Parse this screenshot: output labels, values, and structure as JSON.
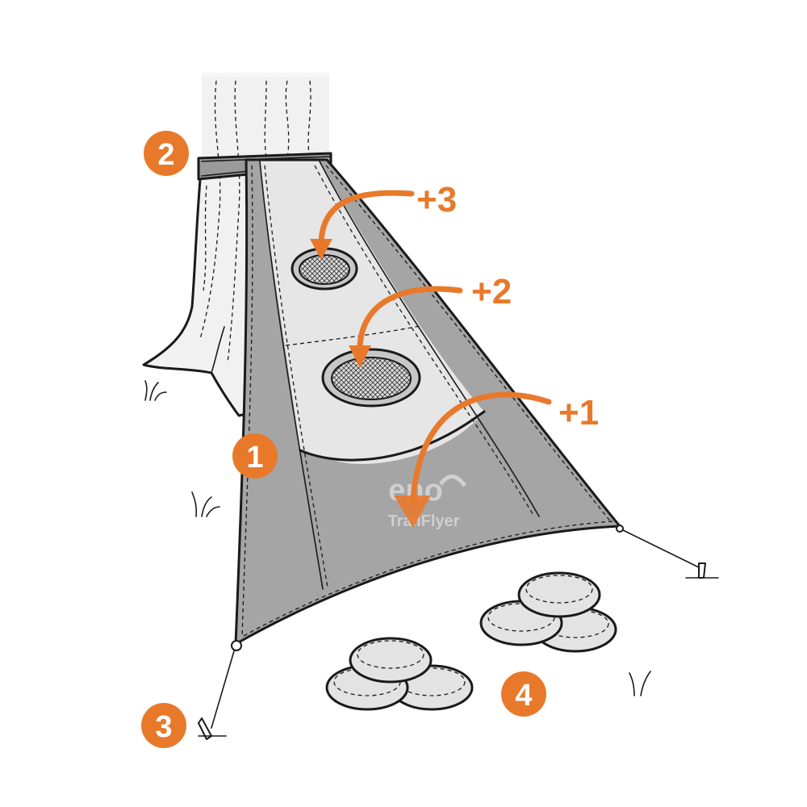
{
  "colors": {
    "accent": "#e8792b",
    "fabric_dark": "#a5a5a5",
    "fabric_light": "#e6e6e6",
    "tree": "#f1f1f1",
    "strap": "#9a9a9a",
    "disc": "#e3e3e3"
  },
  "badges": [
    {
      "number": "1"
    },
    {
      "number": "2"
    },
    {
      "number": "3"
    },
    {
      "number": "4"
    }
  ],
  "scores": [
    {
      "label": "+3"
    },
    {
      "label": "+2"
    },
    {
      "label": "+1"
    }
  ],
  "logo": {
    "brand": "eno",
    "product": "TrailFlyer"
  }
}
